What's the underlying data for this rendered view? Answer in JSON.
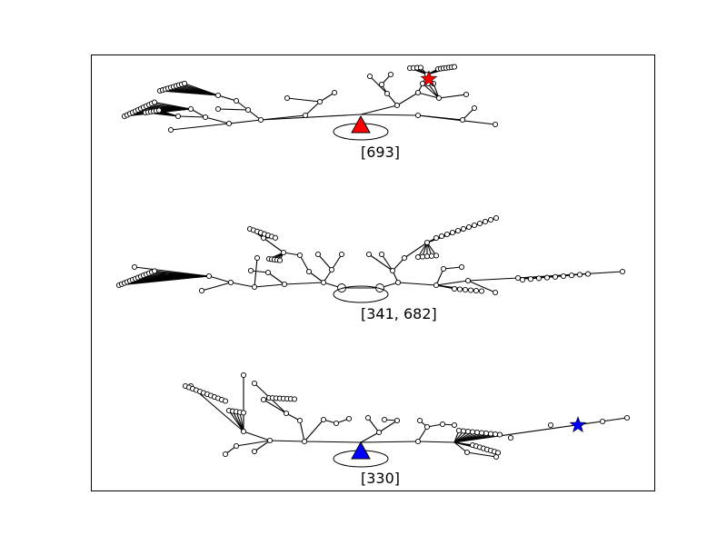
{
  "trees": [
    {
      "label": "[693]",
      "root_marker": "triangle",
      "root_color": "#ff0000",
      "highlight_marker": "star",
      "highlight_color": "#ff0000"
    },
    {
      "label": "[341, 682]",
      "root_marker": "pair",
      "root_color": "#ffffff",
      "highlight_marker": "",
      "highlight_color": ""
    },
    {
      "label": "[330]",
      "root_marker": "triangle",
      "root_color": "#0000ff",
      "highlight_marker": "star",
      "highlight_color": "#0000ff"
    }
  ],
  "colors": {
    "edge": "#000000",
    "node_fill": "#ffffff",
    "node_stroke": "#000000",
    "frame": "#000000"
  }
}
